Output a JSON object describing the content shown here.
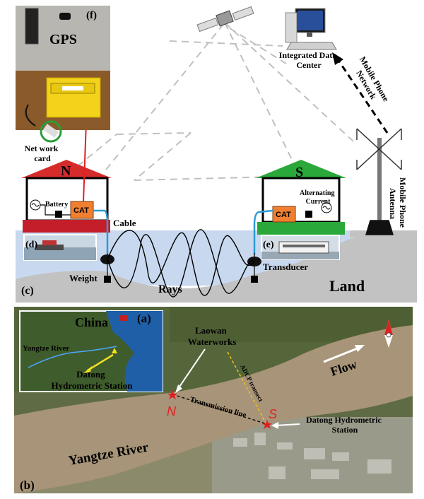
{
  "panel_c": {
    "gps_title": "GPS",
    "panel_f": "(f)",
    "network_card": [
      "Net work",
      "card"
    ],
    "station_n": "N",
    "station_s": "S",
    "battery": "Battery",
    "cat": "CAT",
    "alternating_current": [
      "Alternating",
      "Current"
    ],
    "cable": "Cable",
    "panel_d": "(d)",
    "panel_e": "(e)",
    "weight": "Weight",
    "transducer": "Transducer",
    "rays": "Rays",
    "land": "Land",
    "panel_c_label": "(c)",
    "data_center": [
      "Integrated Data",
      "Center"
    ],
    "mobile_network": [
      "Mobile Phone",
      "Network"
    ],
    "mobile_antenna": [
      "Mobile Phone",
      "Antenna"
    ]
  },
  "panel_b": {
    "panel_a": "(a)",
    "china": "China",
    "yangtze_inset": "Yangtze River",
    "datong_station_inset": [
      "Datong",
      "Hydrometric Station"
    ],
    "laowan": [
      "Laowan",
      "Waterworks"
    ],
    "flow": "Flow",
    "n_marker": "N",
    "s_marker": "S",
    "transmission_line": "Transmission line",
    "adcp": "ADCP transect",
    "datong_station": [
      "Datong Hydrometric",
      "Station"
    ],
    "yangtze_main": "Yangtze River",
    "panel_b_label": "(b)"
  },
  "colors": {
    "house_n_roof": "#d62b2b",
    "house_s_roof": "#2aa83a",
    "cat_box": "#f08030",
    "water": "#c8d8ee",
    "land": "#c2c2c2",
    "river": "#a89478",
    "marker_red": "#e02020",
    "inset_label_yellow": "#f0e020"
  }
}
